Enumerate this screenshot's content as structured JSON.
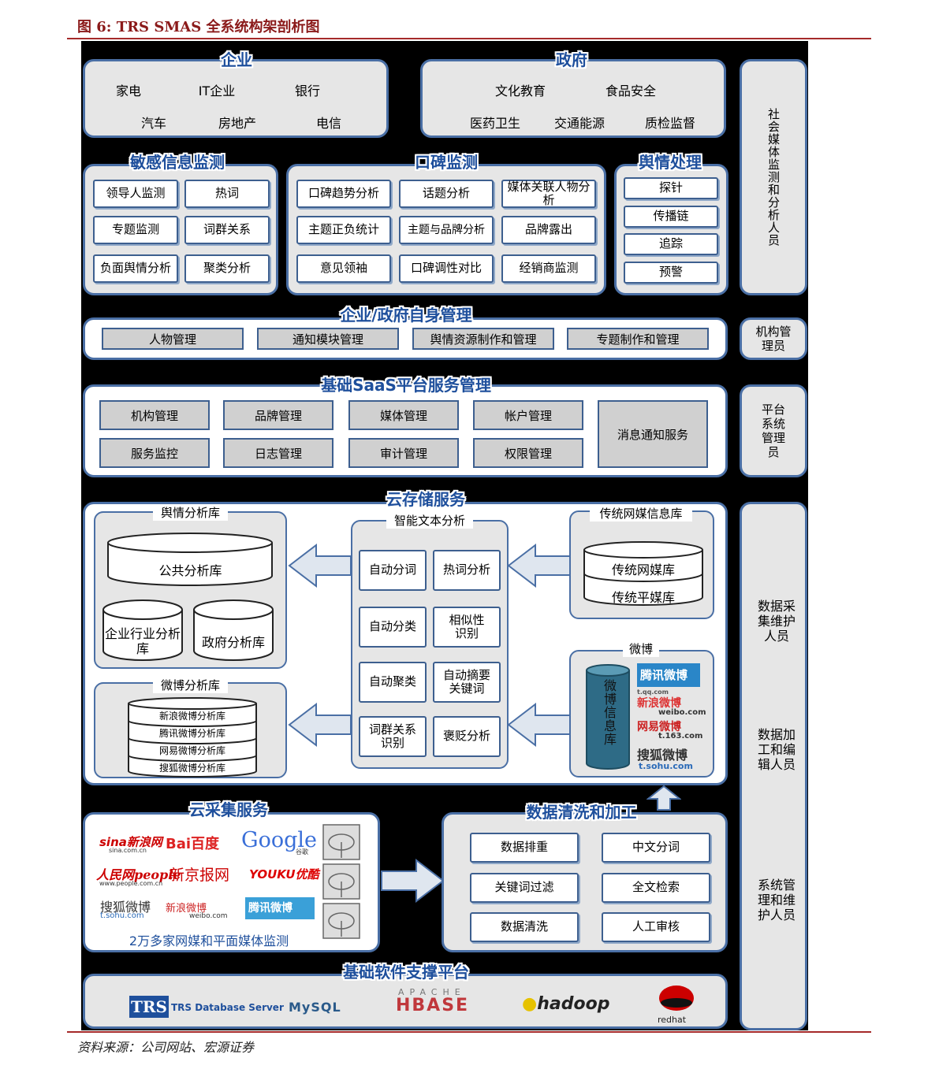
{
  "figure_title": "图 6:  TRS SMAS 全系统构架剖析图",
  "source": "资料来源：公司网站、宏源证券",
  "enterprise": {
    "title": "企业",
    "items": [
      "家电",
      "IT企业",
      "银行",
      "汽车",
      "房地产",
      "电信"
    ]
  },
  "government": {
    "title": "政府",
    "items": [
      "文化教育",
      "食品安全",
      "医药卫生",
      "交通能源",
      "质检监督"
    ]
  },
  "sensitive": {
    "title": "敏感信息监测",
    "items": [
      "领导人监测",
      "热词",
      "专题监测",
      "词群关系",
      "负面舆情分析",
      "聚类分析"
    ]
  },
  "wom": {
    "title": "口碑监测",
    "items": [
      "口碑趋势分析",
      "话题分析",
      "媒体关联人物分析",
      "主题正负统计",
      "主题与品牌分析",
      "品牌露出",
      "意见领袖",
      "口碑调性对比",
      "经销商监测"
    ]
  },
  "opinion_proc": {
    "title": "舆情处理",
    "items": [
      "探针",
      "传播链",
      "追踪",
      "预警"
    ]
  },
  "self_mgmt": {
    "title": "企业/政府自身管理",
    "items": [
      "人物管理",
      "通知模块管理",
      "舆情资源制作和管理",
      "专题制作和管理"
    ]
  },
  "saas": {
    "title": "基础SaaS平台服务管理",
    "items": [
      "机构管理",
      "品牌管理",
      "媒体管理",
      "帐户管理",
      "服务监控",
      "日志管理",
      "审计管理",
      "权限管理"
    ],
    "notify": "消息通知服务"
  },
  "cloud_storage": {
    "title": "云存储服务",
    "opinion_lib": {
      "title": "舆情分析库",
      "public": "公共分析库",
      "industry": "企业行业分析库",
      "gov": "政府分析库"
    },
    "weibo_lib": {
      "title": "微博分析库",
      "items": [
        "新浪微博分析库",
        "腾讯微博分析库",
        "网易微博分析库",
        "搜狐微博分析库"
      ]
    },
    "text_analysis": {
      "title": "智能文本分析",
      "items": [
        "自动分词",
        "热词分析",
        "自动分类",
        "相似性识别",
        "自动聚类",
        "自动摘要关键词",
        "词群关系识别",
        "褒贬分析"
      ]
    },
    "trad_lib": {
      "title": "传统网媒信息库",
      "net": "传统网媒库",
      "print": "传统平媒库"
    },
    "weibo": {
      "title": "微博",
      "db": "微博信息库",
      "logos": [
        "腾讯微博",
        "新浪微博",
        "网易微博",
        "搜狐微博"
      ],
      "logo_urls": [
        "t.qq.com",
        "weibo.com",
        "t.163.com",
        "t.sohu.com"
      ]
    }
  },
  "collect": {
    "title": "云采集服务",
    "logos": [
      "sina新浪网",
      "Bai百度",
      "Google",
      "人民网people",
      "新京报网",
      "YOUKU优酷",
      "搜狐微博",
      "新浪微博",
      "腾讯微博"
    ],
    "logo_subs": [
      "sina.com.cn",
      "谷歌",
      "www.people.com.cn",
      "t.sohu.com",
      "weibo.com"
    ],
    "caption": "2万多家网媒和平面媒体监测"
  },
  "cleaning": {
    "title": "数据清洗和加工",
    "items": [
      "数据排重",
      "中文分词",
      "关键词过滤",
      "全文检索",
      "数据清洗",
      "人工审核"
    ]
  },
  "software": {
    "title": "基础软件支撑平台",
    "logos": [
      "TRS",
      "TRS Database Server",
      "MySQL",
      "APACHE",
      "HBASE",
      "hadoop",
      "redhat"
    ]
  },
  "roles": [
    "社会媒体监测和分析人员",
    "机构管理员",
    "平台系统管理员",
    "数据采集维护人员",
    "数据加工和编辑人员",
    "系统管理和维护人员"
  ]
}
